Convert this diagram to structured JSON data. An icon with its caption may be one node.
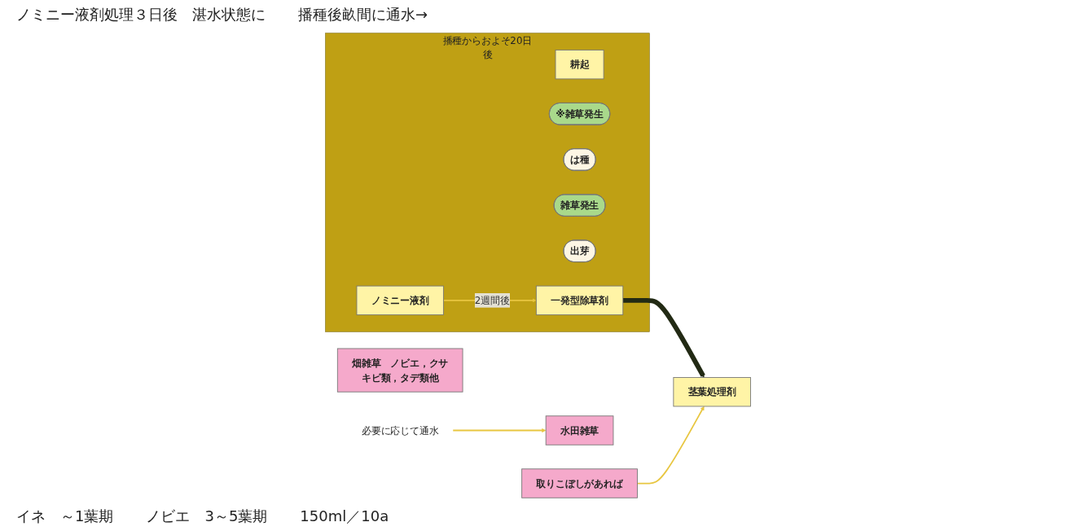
{
  "diagram": {
    "nodes": [
      {
        "text": [
          "必要に応じて通水"
        ]
      },
      {
        "text": [
          "水田雑草"
        ]
      },
      {
        "text": [
          "播種からおよそ20日後"
        ]
      },
      {
        "text": [
          "耕起"
        ],
        "in": 2
      },
      {
        "text": [
          "※雑草発生"
        ],
        "in": 2
      },
      {
        "text": [
          "は種"
        ],
        "in": 2
      },
      {
        "text": [
          "雑草発生"
        ],
        "in": 2
      },
      {
        "text": [
          "出芽"
        ],
        "in": 2
      },
      {
        "text": [
          "ノミニー液剤"
        ],
        "in": 2
      },
      {
        "text": [
          "一発型除草剤"
        ],
        "in": 2
      },
      {
        "text": [
          "茎葉処理剤"
        ]
      },
      {
        "text": [
          "畑雑草　ノビエ，クサキビ類，タデ類他"
        ]
      },
      {
        "text": [
          "取りこぼしがあれば"
        ]
      }
    ],
    "edges": [
      {
        "from": 0,
        "to": 1,
        "arrow": "to"
      },
      {
        "from": 8,
        "to": 9,
        "arrow": "to",
        "label": "2週間後"
      },
      {
        "from": 9,
        "to": 10,
        "arrow": "to",
        "style": "thick",
        "color": "#222a14"
      },
      {
        "from": 12,
        "to": 10,
        "arrow": "to"
      }
    ],
    "labels": [
      "ノミニー液剤処理３日後　湛水状態に",
      "播種後畝間に通水→",
      "イネ　～1葉期",
      "ノビエ　3～5葉期",
      "150ml／10a"
    ]
  }
}
